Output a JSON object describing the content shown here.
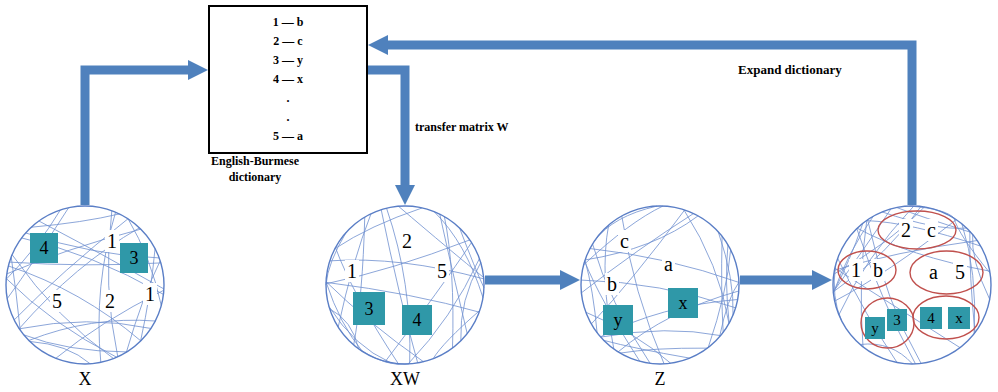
{
  "diagram": {
    "nodes": [
      {
        "text": [
          "1 — b",
          "2 — c",
          "3 — y",
          "4 — x",
          ".",
          ".",
          "5 — a"
        ]
      },
      {
        "text": [
          "1",
          "5",
          "2",
          "1"
        ]
      },
      {
        "text": [
          "4"
        ],
        "in": 1
      },
      {
        "text": [
          "3"
        ],
        "in": 1
      },
      {
        "text": [
          "2",
          "1",
          "5"
        ]
      },
      {
        "text": [
          "3"
        ],
        "in": 4
      },
      {
        "text": [
          "4"
        ],
        "in": 4
      },
      {
        "text": [
          "c",
          "a",
          "b"
        ]
      },
      {
        "text": [
          "y"
        ],
        "in": 7
      },
      {
        "text": [
          "x"
        ],
        "in": 7
      },
      {
        "text": []
      },
      {
        "text": [
          "2",
          "c"
        ],
        "in": 10
      },
      {
        "text": [
          "1",
          "b"
        ],
        "in": 10
      },
      {
        "text": [
          "a",
          "5"
        ],
        "in": 10
      },
      {
        "text": [],
        "in": 10
      },
      {
        "text": [
          "y"
        ],
        "in": 14
      },
      {
        "text": [
          "3"
        ],
        "in": 14
      },
      {
        "text": [],
        "in": 10
      },
      {
        "text": [
          "4"
        ],
        "in": 17
      },
      {
        "text": [
          "x"
        ],
        "in": 17
      }
    ],
    "edges": [
      {
        "from": 1,
        "to": 0,
        "arrow": "to"
      },
      {
        "from": 0,
        "to": 4,
        "label": "transfer matrix W",
        "arrow": "to"
      },
      {
        "from": 4,
        "to": 7,
        "arrow": "to"
      },
      {
        "from": 7,
        "to": 10,
        "arrow": "to"
      },
      {
        "from": 10,
        "to": 0,
        "label": "Expand dictionary",
        "arrow": "to"
      }
    ],
    "labels": [
      "English-Burmese dictionary",
      "X",
      "XW",
      "Z"
    ]
  }
}
